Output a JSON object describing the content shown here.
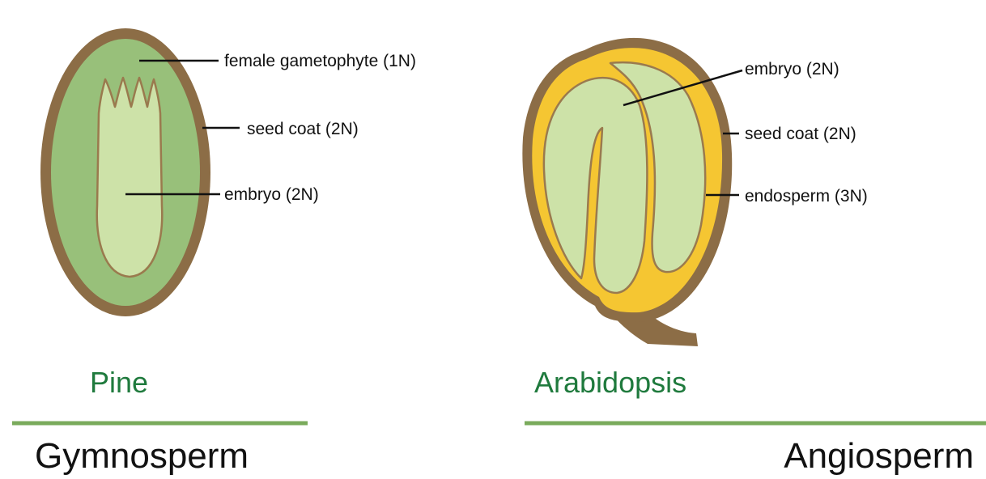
{
  "gymnosperm": {
    "species": "Pine",
    "category": "Gymnosperm",
    "labels": {
      "female_gametophyte": "female gametophyte (1N)",
      "seed_coat": "seed coat (2N)",
      "embryo": "embryo (2N)"
    }
  },
  "angiosperm": {
    "species": "Arabidopsis",
    "category": "Angiosperm",
    "labels": {
      "embryo": "embryo (2N)",
      "seed_coat": "seed coat (2N)",
      "endosperm": "endosperm (3N)"
    }
  },
  "colors": {
    "seed_coat": "#8c6d46",
    "gametophyte": "#98c07a",
    "embryo_fill": "#cde2a8",
    "embryo_outline": "#9a7a4e",
    "endosperm": "#f5c632",
    "species_text": "#1f7a3d",
    "divider": "#7aab5c"
  }
}
